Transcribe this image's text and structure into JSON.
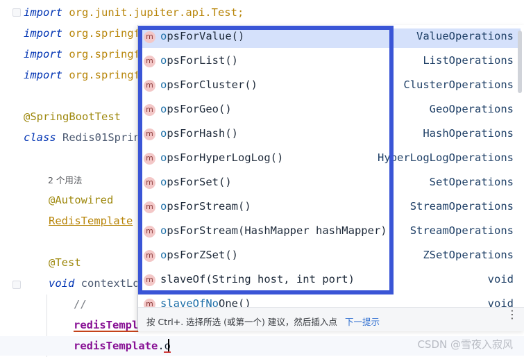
{
  "code": {
    "import1_kw": "import",
    "import1_pkg": "org.junit.jupiter.api.Test;",
    "import2_pkg": "org.springf",
    "import3_pkg": "org.springf",
    "import4_pkg": "org.springf",
    "annotation_boot": "@SpringBootTest",
    "class_kw": "class",
    "class_name": "Redis01Sprin",
    "usage_hint": "2 个用法",
    "annotation_autowired": "@Autowired",
    "field_type": "RedisTemplate",
    "annotation_test": "@Test",
    "void_kw": "void",
    "method_name": "contextLo",
    "comment": "//",
    "stmt1": "redisTempl",
    "stmt2_obj": "redisTemplate",
    "stmt2_dot": ".o"
  },
  "popup": {
    "items": [
      {
        "name": "opsForValue",
        "params": "()",
        "type": "ValueOperations"
      },
      {
        "name": "opsForList",
        "params": "()",
        "type": "ListOperations"
      },
      {
        "name": "opsForCluster",
        "params": "()",
        "type": "ClusterOperations"
      },
      {
        "name": "opsForGeo",
        "params": "()",
        "type": "GeoOperations"
      },
      {
        "name": "opsForHash",
        "params": "()",
        "type": "HashOperations"
      },
      {
        "name": "opsForHyperLogLog",
        "params": "()",
        "type": "HyperLogLogOperations"
      },
      {
        "name": "opsForSet",
        "params": "()",
        "type": "SetOperations"
      },
      {
        "name": "opsForStream",
        "params": "()",
        "type": "StreamOperations"
      },
      {
        "name": "opsForStream",
        "params": "(HashMapper hashMapper)",
        "type": "StreamOperations"
      },
      {
        "name": "opsForZSet",
        "params": "()",
        "type": "ZSetOperations"
      },
      {
        "name": "slaveOf",
        "params": "(String host, int port)",
        "type": "void"
      },
      {
        "name": "slaveOfNoOne",
        "params": "()",
        "type": "void"
      }
    ],
    "badge": "m",
    "typed_prefix": "o",
    "footer_hint": "按 Ctrl+. 选择所选 (或第一个) 建议，然后插入点",
    "footer_link": "下一提示",
    "kebab": "⋮"
  },
  "watermark": "CSDN @雪夜入寂风",
  "colors": {
    "selection": "#d5e1fb",
    "highlight_box": "#3a55d6",
    "badge_bg": "#f3c7c7"
  }
}
